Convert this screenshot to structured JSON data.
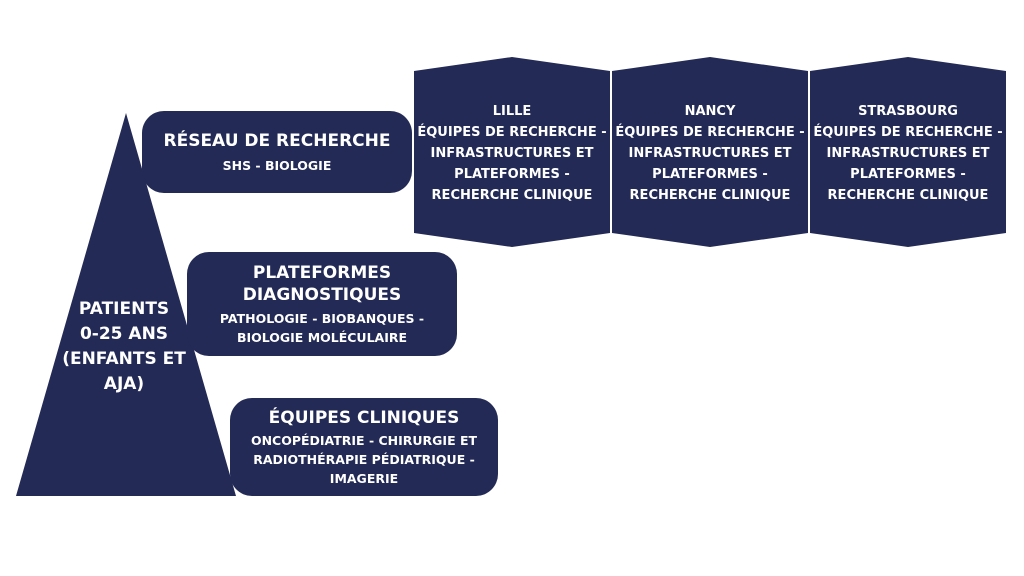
{
  "pyramid": {
    "label_lines": [
      "PATIENTS",
      "0-25 ANS",
      "(ENFANTS ET",
      "AJA)"
    ]
  },
  "boxes": {
    "reseau": {
      "title": "RÉSEAU DE RECHERCHE",
      "subtitle": "SHS - BIOLOGIE"
    },
    "plateformes": {
      "title_lines": [
        "PLATEFORMES",
        "DIAGNOSTIQUES"
      ],
      "subtitle_lines": [
        "PATHOLOGIE -  BIOBANQUES -",
        "BIOLOGIE MOLÉCULAIRE"
      ]
    },
    "equipes": {
      "title": "ÉQUIPES CLINIQUES",
      "subtitle_lines": [
        "ONCOPÉDIATRIE - CHIRURGIE ET",
        "RADIOTHÉRAPIE PÉDIATRIQUE -",
        "IMAGERIE"
      ]
    }
  },
  "cities": [
    {
      "name": "LILLE",
      "lines": [
        "ÉQUIPES DE RECHERCHE -",
        "INFRASTRUCTURES ET",
        "PLATEFORMES -",
        "RECHERCHE CLINIQUE"
      ]
    },
    {
      "name": "NANCY",
      "lines": [
        "ÉQUIPES DE RECHERCHE -",
        "INFRASTRUCTURES ET",
        "PLATEFORMES -",
        "RECHERCHE CLINIQUE"
      ]
    },
    {
      "name": "STRASBOURG",
      "lines": [
        "ÉQUIPES DE RECHERCHE -",
        "INFRASTRUCTURES ET",
        "PLATEFORMES -",
        "RECHERCHE CLINIQUE"
      ]
    }
  ],
  "colors": {
    "navy": "#222a55",
    "text": "#ffffff",
    "background": "#ffffff"
  }
}
